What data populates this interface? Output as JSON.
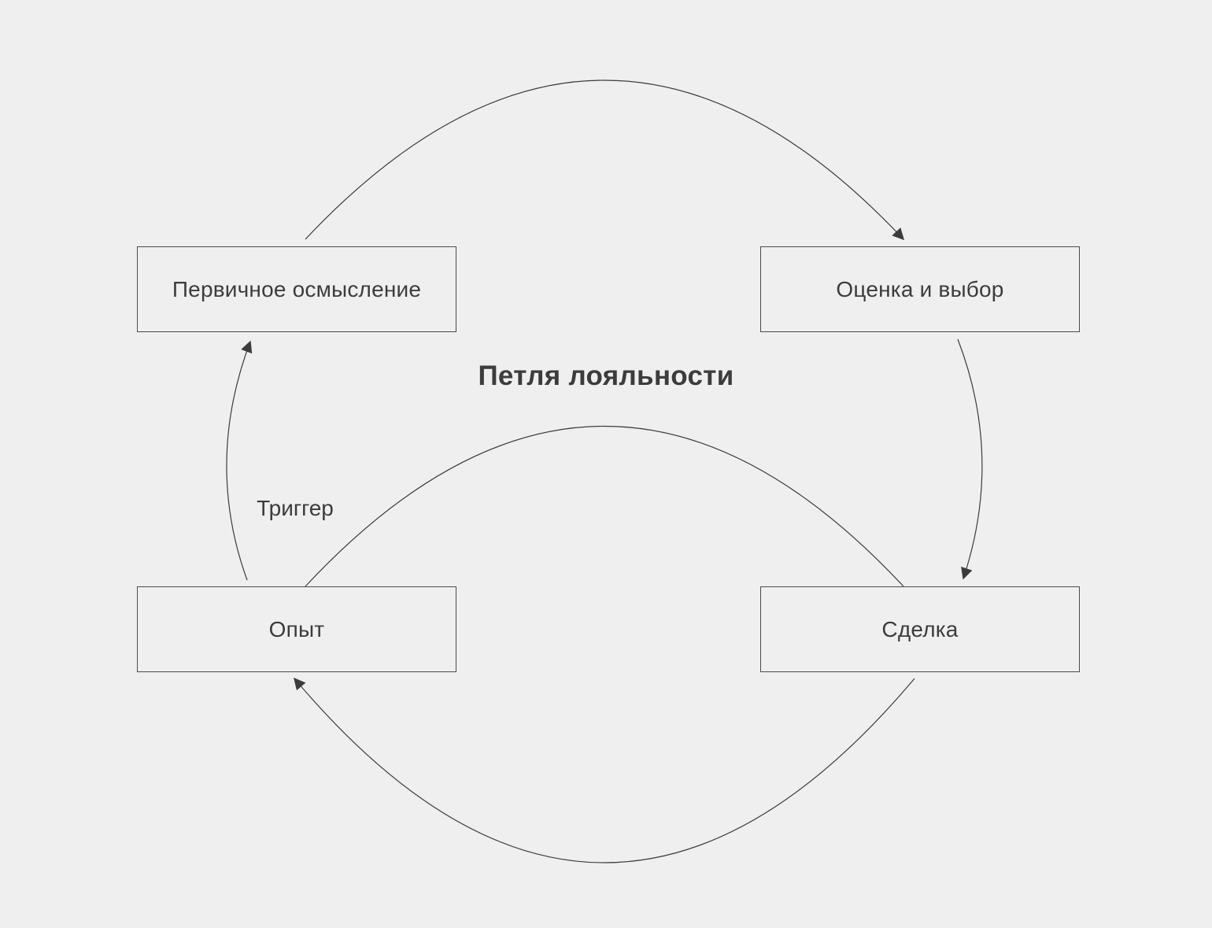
{
  "diagram": {
    "title": "Петля лояльности",
    "nodes": [
      {
        "id": "n1",
        "label": "Первичное осмысление"
      },
      {
        "id": "n2",
        "label": "Оценка и выбор"
      },
      {
        "id": "n3",
        "label": "Сделка"
      },
      {
        "id": "n4",
        "label": "Опыт"
      }
    ],
    "edges": [
      {
        "from": "n1",
        "to": "n2",
        "label": ""
      },
      {
        "from": "n2",
        "to": "n3",
        "label": ""
      },
      {
        "from": "n3",
        "to": "n4",
        "label": ""
      },
      {
        "from": "n4",
        "to": "n1",
        "label": "Триггер"
      },
      {
        "from": "n4",
        "to": "n3",
        "label": ""
      }
    ],
    "colors": {
      "background": "#efefef",
      "stroke": "#3c3c3c",
      "text": "#3c3c3c"
    }
  }
}
